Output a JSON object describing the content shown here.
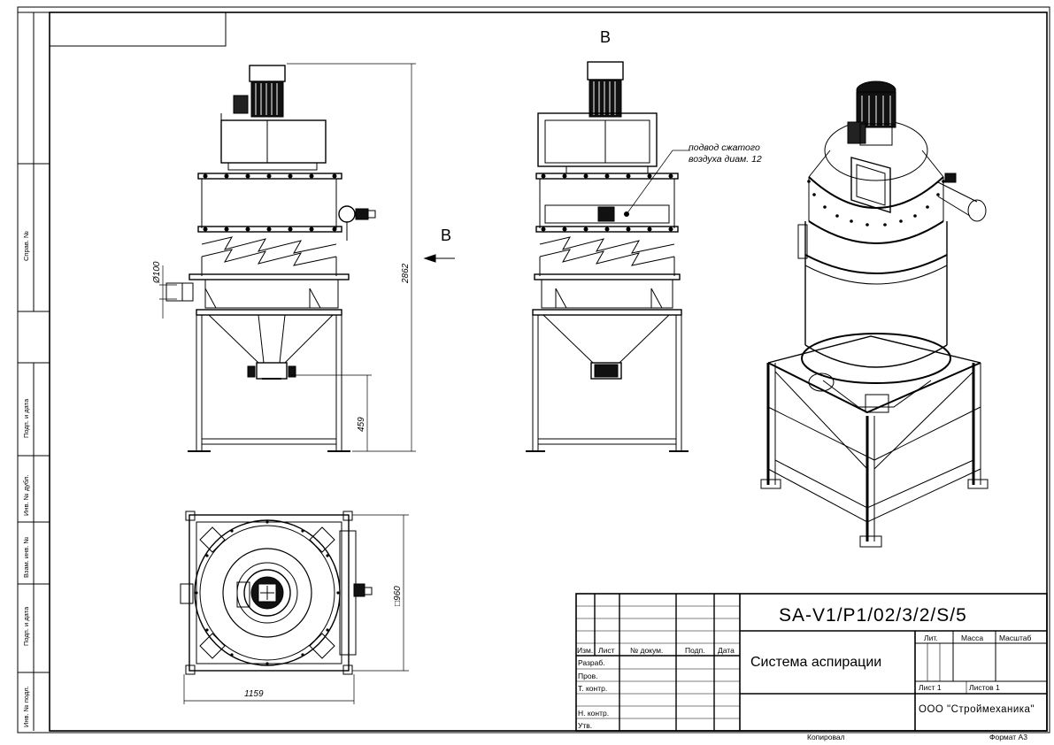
{
  "side_labels": [
    "Справ. №",
    "Подп. и дата",
    "Инв. № дубл.",
    "Взам. инв. №",
    "Подп. и дата",
    "Инв. № подл."
  ],
  "view_labels": {
    "view_b_title": "В",
    "arrow_b": "В"
  },
  "dimensions": {
    "height": "2862",
    "pipe": "Ø100",
    "outlet": "459",
    "width": "1159",
    "square": "□960"
  },
  "callout": {
    "line1": "подвод сжатого",
    "line2": "воздуха диам. 12"
  },
  "title_block": {
    "designation": "SA-V1/P1/02/3/2/S/5",
    "name": "Система аспирации",
    "company": "ООО \"Строймеханика\"",
    "col_izm": "Изм.",
    "col_list": "Лист",
    "col_doc": "№ докум.",
    "col_sign": "Подп.",
    "col_date": "Дата",
    "row_razrab": "Разраб.",
    "row_prov": "Пров.",
    "row_tkontr": "Т. контр.",
    "row_nkontr": "Н. контр.",
    "row_utv": "Утв.",
    "lit": "Лит.",
    "massa": "Масса",
    "masshtab": "Масштаб",
    "sheet": "Лист 1",
    "sheets": "Листов 1"
  },
  "footer": {
    "copied": "Копировал",
    "format": "Формат А3"
  }
}
